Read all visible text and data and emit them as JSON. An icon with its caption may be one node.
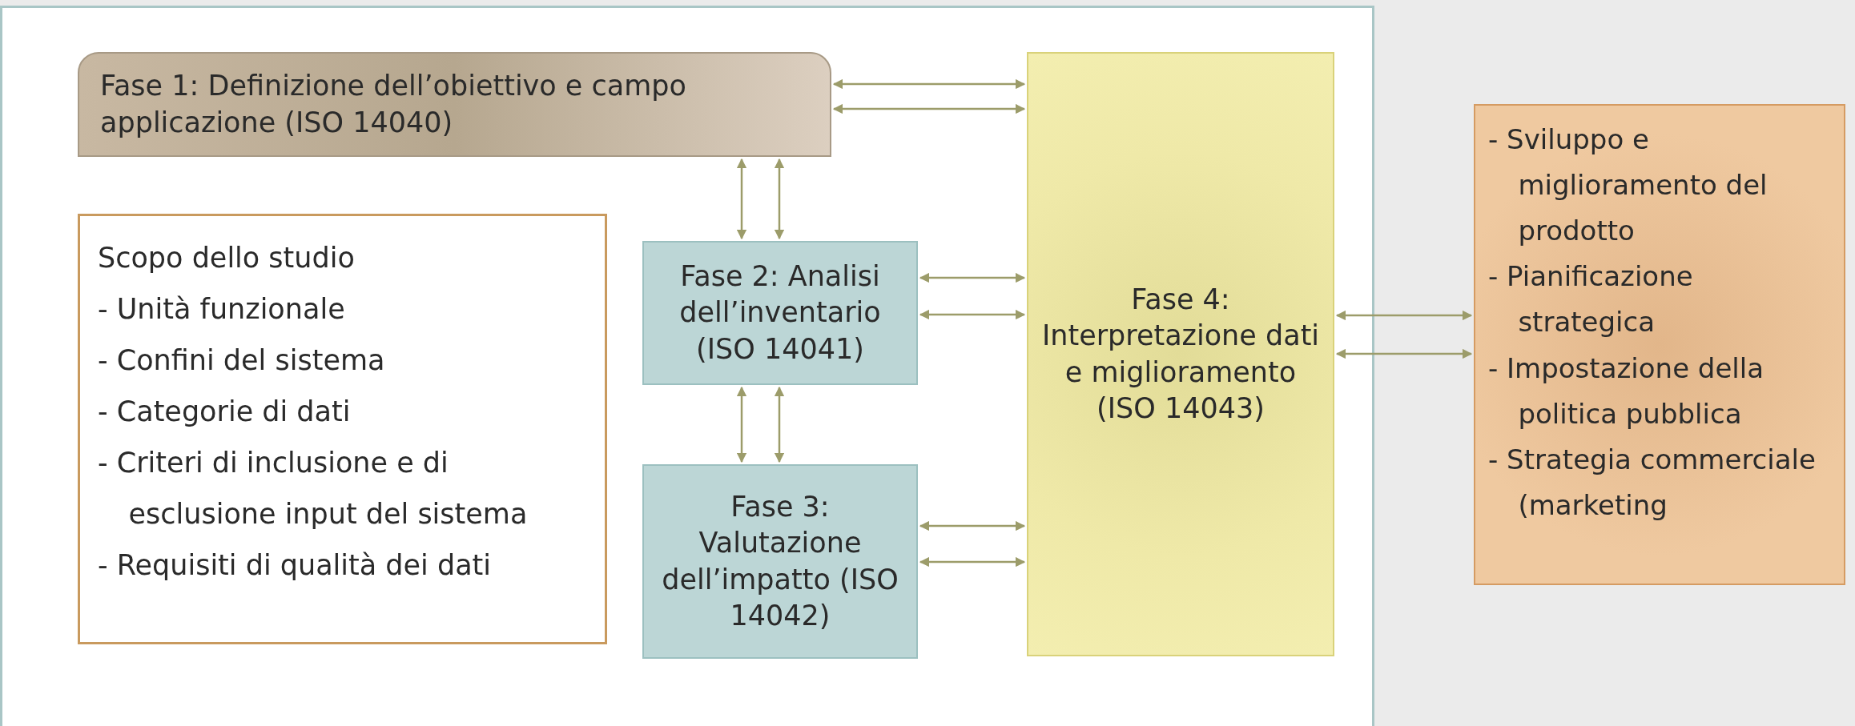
{
  "diagram": {
    "nodes": [
      {
        "text": [
          "Fase 1: Definizione dell’obiettivo e campo applicazione (ISO 14040)"
        ]
      },
      {
        "text": [
          "Scopo dello studio",
          "- Unità funzionale",
          "- Confini del sistema",
          "- Categorie di dati",
          "- Criteri di inclusione e di esclusione input del sistema",
          "- Requisiti di qualità dei dati"
        ]
      },
      {
        "text": [
          "Fase 2: Analisi dell’inventario (ISO 14041)"
        ]
      },
      {
        "text": [
          "Fase 3: Valutazione dell’impatto (ISO 14042)"
        ]
      },
      {
        "text": [
          "Fase 4: Interpretazione dati e miglioramento (ISO 14043)"
        ]
      },
      {
        "text": [
          "- Sviluppo e miglioramento del prodotto",
          "- Pianificazione strategica",
          "- Impostazione della politica pubblica",
          "- Strategia commerciale (marketing"
        ]
      }
    ],
    "edges": [
      {
        "from": 0,
        "to": 4,
        "arrow": "both"
      },
      {
        "from": 0,
        "to": 4,
        "arrow": "both"
      },
      {
        "from": 0,
        "to": 2,
        "arrow": "both"
      },
      {
        "from": 0,
        "to": 2,
        "arrow": "both"
      },
      {
        "from": 2,
        "to": 4,
        "arrow": "both"
      },
      {
        "from": 2,
        "to": 4,
        "arrow": "both"
      },
      {
        "from": 2,
        "to": 3,
        "arrow": "both"
      },
      {
        "from": 2,
        "to": 3,
        "arrow": "both"
      },
      {
        "from": 3,
        "to": 4,
        "arrow": "both"
      },
      {
        "from": 3,
        "to": 4,
        "arrow": "both"
      },
      {
        "from": 4,
        "to": 5,
        "arrow": "both"
      },
      {
        "from": 4,
        "to": 5,
        "arrow": "both"
      }
    ]
  }
}
